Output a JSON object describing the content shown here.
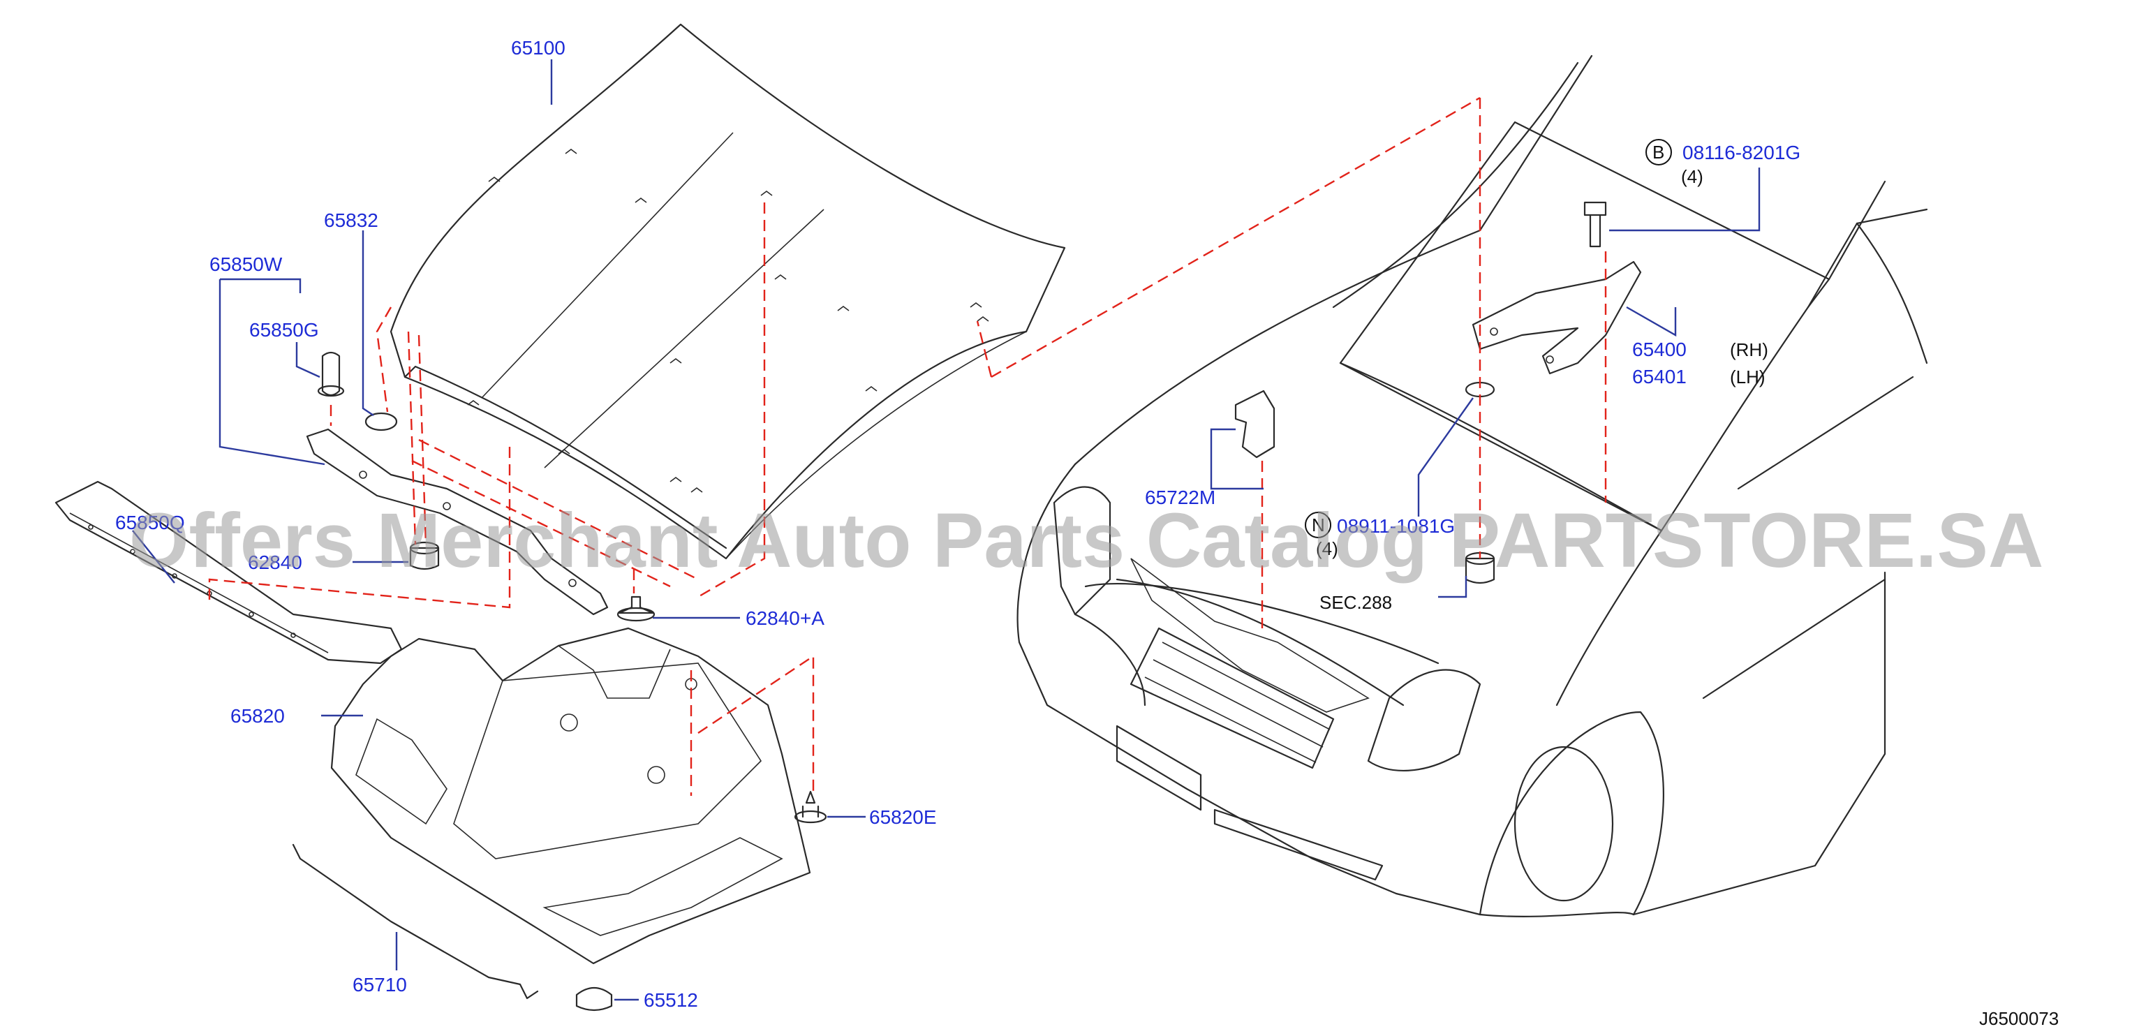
{
  "diagram_id": "J6500073",
  "watermark": "Offers Merchant Auto Parts Catalog PARTSTORE.SA",
  "parts": {
    "hood": "65100",
    "hood_seal": "65832",
    "hood_bracket_assy": "65850W",
    "hood_bumper": "65850G",
    "front_seal": "65850Q",
    "stopper_left": "62840",
    "stopper_a": "62840+A",
    "hood_insulator": "65820",
    "insulator_clip": "65820E",
    "hood_rod": "65710",
    "rod_clip": "65512",
    "hood_lock_striker": "65722M",
    "hinge_rh": "65400",
    "hinge_lh": "65401",
    "side_rh": "(RH)",
    "side_lh": "(LH)",
    "bolt_marker": "B",
    "bolt_part": "08116-8201G",
    "bolt_qty": "(4)",
    "nut_marker": "N",
    "nut_part": "08911-1081G",
    "nut_qty": "(4)",
    "section_ref": "SEC.288"
  },
  "colors": {
    "label": "#1d2bd6",
    "leader": "#2c3a9e",
    "guide": "#e2231a",
    "line": "#2a2a2a"
  }
}
